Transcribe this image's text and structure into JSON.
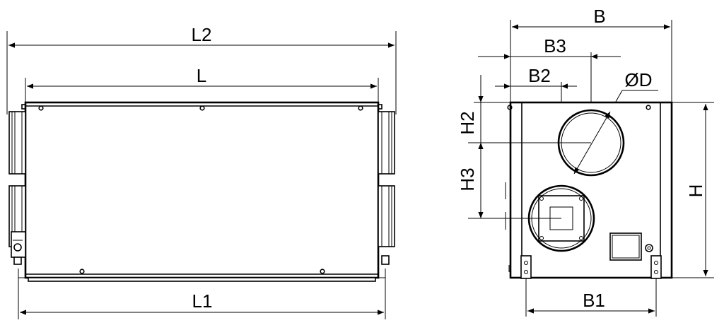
{
  "front_view": {
    "dimensions": {
      "l2": "L2",
      "l": "L",
      "l1": "L1"
    }
  },
  "side_view": {
    "dimensions": {
      "b": "B",
      "b3": "B3",
      "b2": "B2",
      "diameter": "ØD",
      "h2": "H2",
      "h3": "H3",
      "h": "H",
      "b1": "B1"
    }
  }
}
